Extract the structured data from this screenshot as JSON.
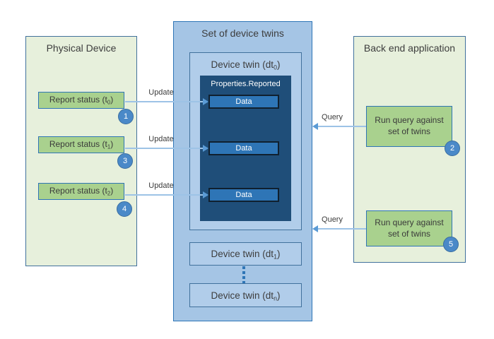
{
  "colors": {
    "panel_green": "#E7F0DC",
    "box_green": "#A9D18E",
    "panel_blue": "#A5C5E5",
    "twin_blue": "#B1CDEA",
    "dark_blue": "#1F4E79",
    "data_blue": "#2E75B6",
    "badge_blue": "#4A89C8",
    "arrow_line_blue": "#9DC3E6",
    "arrow_head_blue": "#5B9BD5"
  },
  "physical_device": {
    "title": "Physical Device",
    "reports": [
      {
        "pre": "Report status (t",
        "sub": "0",
        "post": ")",
        "badge": "1"
      },
      {
        "pre": "Report status (t",
        "sub": "1",
        "post": ")",
        "badge": "3"
      },
      {
        "pre": "Report status (t",
        "sub": "2",
        "post": ")",
        "badge": "4"
      }
    ]
  },
  "twin_set": {
    "title": "Set of device twins",
    "twin0": {
      "pre": "Device twin (dt",
      "sub": "0",
      "post": ")"
    },
    "properties_reported": "Properties.Reported",
    "data_labels": [
      "Data",
      "Data",
      "Data"
    ],
    "twin1": {
      "pre": "Device twin (dt",
      "sub": "1",
      "post": ")"
    },
    "twinN": {
      "pre": "Device twin (dt",
      "sub": "n",
      "post": ")"
    }
  },
  "backend": {
    "title": "Back end application",
    "queries": [
      {
        "line1": "Run query against",
        "line2": "set of twins",
        "badge": "2"
      },
      {
        "line1": "Run query against",
        "line2": "set of twins",
        "badge": "5"
      }
    ]
  },
  "flow_labels": {
    "updates": [
      "Update",
      "Update",
      "Update"
    ],
    "queries": [
      "Query",
      "Query"
    ]
  }
}
